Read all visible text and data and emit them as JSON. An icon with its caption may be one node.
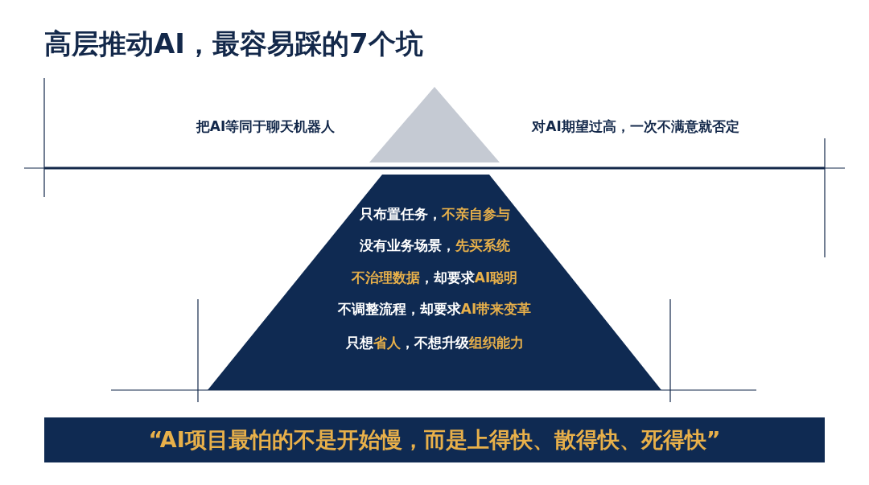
{
  "diagram": {
    "title": "高层推动AI，最容易踩的7个坑",
    "nodes": [
      {
        "text": [],
        "shape": "triangle"
      },
      {
        "text": [
          "只布置任务，**不亲自参与**",
          "没有业务场景，**先买系统**",
          "**不治理数据**，却要求**AI聪明**",
          "不调整流程，却要求**AI带来变革**",
          "只想**省人**，不想升级**组织能力**"
        ]
      },
      {
        "text": [
          "“AI项目最怕的不是开始慢，而是上得快、散得快、死得快”"
        ]
      }
    ],
    "edges": [],
    "labels": [
      "把AI等同于聊天机器人",
      "对AI期望过高，一次不满意就否定"
    ]
  }
}
